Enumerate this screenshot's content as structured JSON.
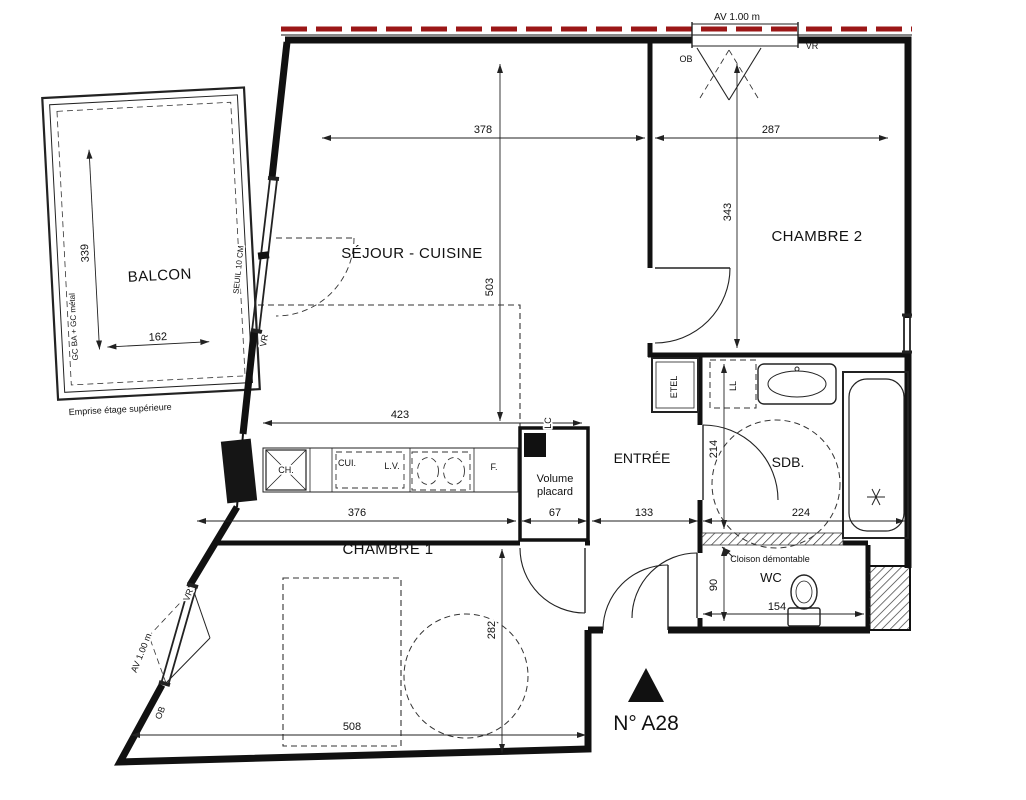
{
  "title": "N° A28",
  "rooms": {
    "balcon": "BALCON",
    "sejour": "SÉJOUR - CUISINE",
    "chambre2": "CHAMBRE 2",
    "chambre1": "CHAMBRE 1",
    "entree": "ENTRÉE",
    "sdb": "SDB.",
    "wc": "WC",
    "placard_line1": "Volume",
    "placard_line2": "placard"
  },
  "dimensions": {
    "sejour_width": "378",
    "chambre2_width": "287",
    "chambre2_height": "343",
    "sejour_height": "503",
    "cuisine_width": "423",
    "chambre1_width": "376",
    "placard_width": "67",
    "entree_width": "133",
    "sdb_width": "224",
    "sdb_height": "214",
    "wc_height": "90",
    "wc_width": "154",
    "chambre1_height": "282",
    "chambre1_bottom_width": "508",
    "balcon_length": "339",
    "balcon_width": "162"
  },
  "annotations": {
    "av_top": "AV 1.00 m",
    "ob_top": "OB",
    "vr_top": "VR",
    "seuil": "SEUIL 10 CM",
    "gc_rail": "GC BA + GC métal",
    "emprise": "Emprise étage supérieure",
    "vr_sejour": "VR",
    "vr_chambre1": "VR",
    "av_chambre1": "AV 1.00 m",
    "ob_chambre1": "OB",
    "etel": "ETEL",
    "lave_linge": "LL",
    "lc": "LC",
    "chaudiere": "CH.",
    "cuisson": "CUI.",
    "lave_vaisselle": "L.V.",
    "frigo": "F.",
    "cloison": "Cloison démontable"
  },
  "colors": {
    "wall": "#111111",
    "boundary_red": "#9b1717",
    "lc_blue": "#2020c0"
  }
}
